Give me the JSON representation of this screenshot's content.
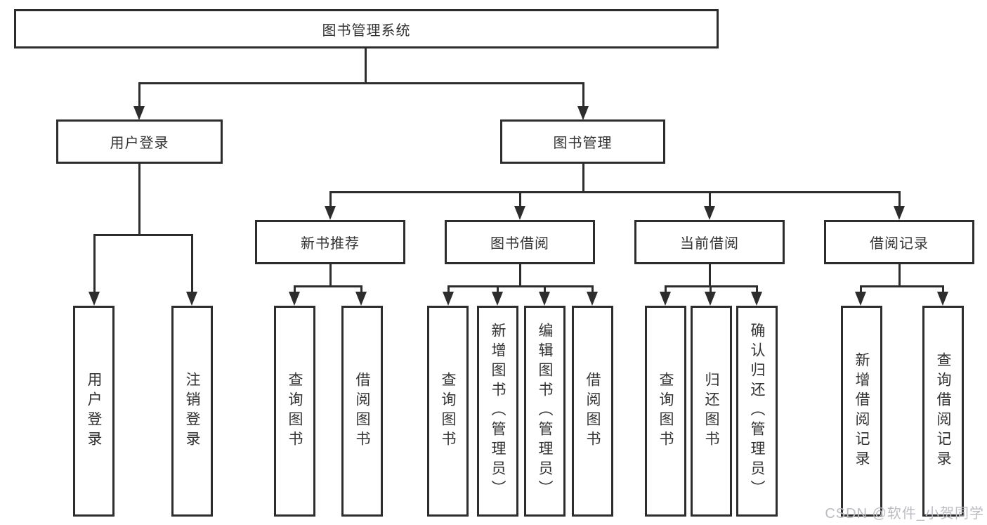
{
  "title": {
    "label": "图书管理系统"
  },
  "branches": {
    "user_login": {
      "label": "用户登录",
      "children": [
        {
          "label": "用户登录"
        },
        {
          "label": "注销登录"
        }
      ]
    },
    "book_mgmt": {
      "label": "图书管理",
      "sections": [
        {
          "label": "新书推荐",
          "children": [
            {
              "label": "查询图书"
            },
            {
              "label": "借阅图书"
            }
          ]
        },
        {
          "label": "图书借阅",
          "children": [
            {
              "label": "查询图书"
            },
            {
              "label": "新增图书（管理员）"
            },
            {
              "label": "编辑图书（管理员）"
            },
            {
              "label": "借阅图书"
            }
          ]
        },
        {
          "label": "当前借阅",
          "children": [
            {
              "label": "查询图书"
            },
            {
              "label": "归还图书"
            },
            {
              "label": "确认归还（管理员）"
            }
          ]
        },
        {
          "label": "借阅记录",
          "children": [
            {
              "label": "新增借阅记录"
            },
            {
              "label": "查询借阅记录"
            }
          ]
        }
      ]
    }
  },
  "watermark": "CSDN @软件_小贺同学",
  "colors": {
    "line": "#2d2d2d",
    "text": "#333333",
    "background": "#ffffff",
    "watermark": "#bcbcc2"
  }
}
